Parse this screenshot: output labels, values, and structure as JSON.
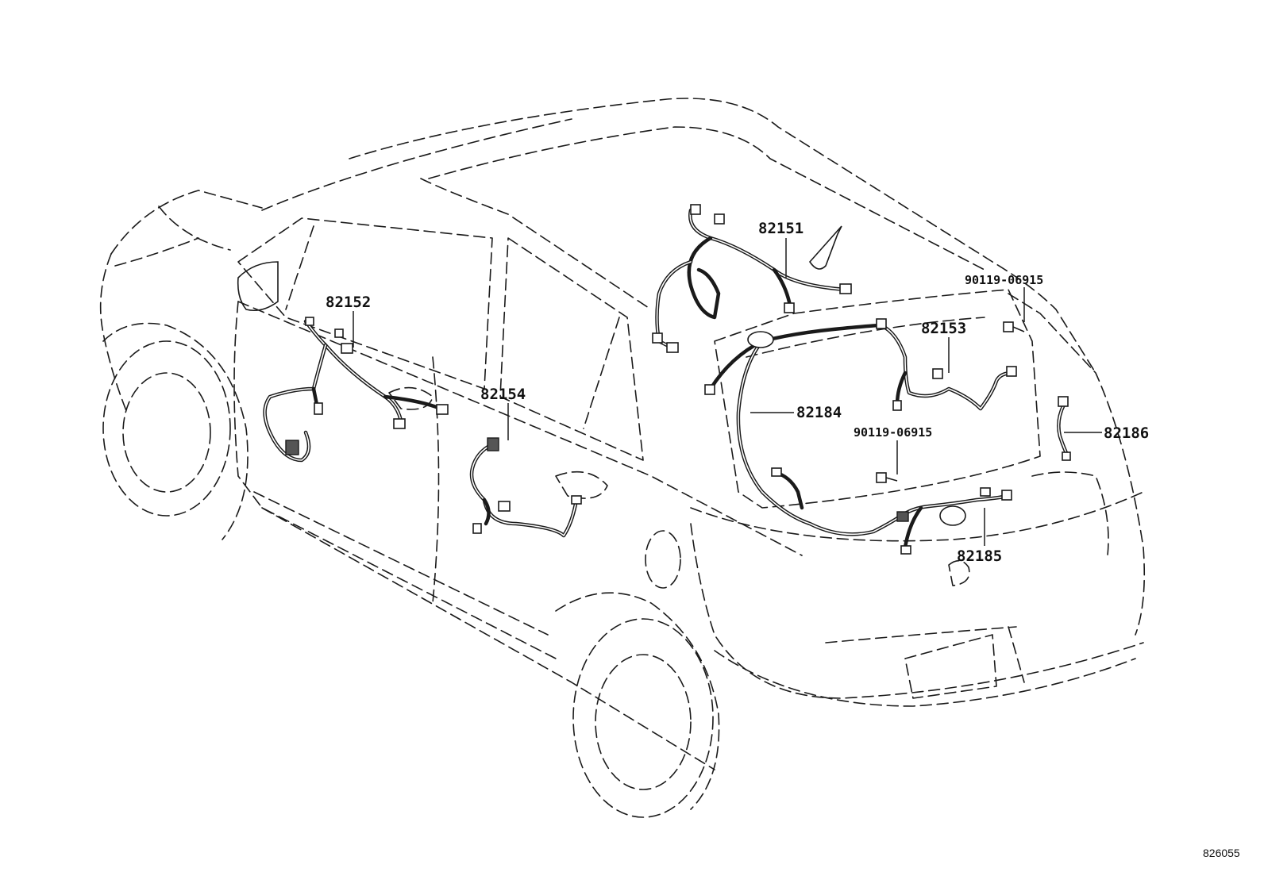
{
  "parts": [
    {
      "id": "p82151",
      "number": "82151"
    },
    {
      "id": "p82152",
      "number": "82152"
    },
    {
      "id": "p82153",
      "number": "82153"
    },
    {
      "id": "p82154",
      "number": "82154"
    },
    {
      "id": "p82184",
      "number": "82184"
    },
    {
      "id": "p82185",
      "number": "82185"
    },
    {
      "id": "p82186",
      "number": "82186"
    },
    {
      "id": "bolt_upper",
      "number": "90119-06915"
    },
    {
      "id": "bolt_lower",
      "number": "90119-06915"
    }
  ],
  "figure_id": "826055"
}
